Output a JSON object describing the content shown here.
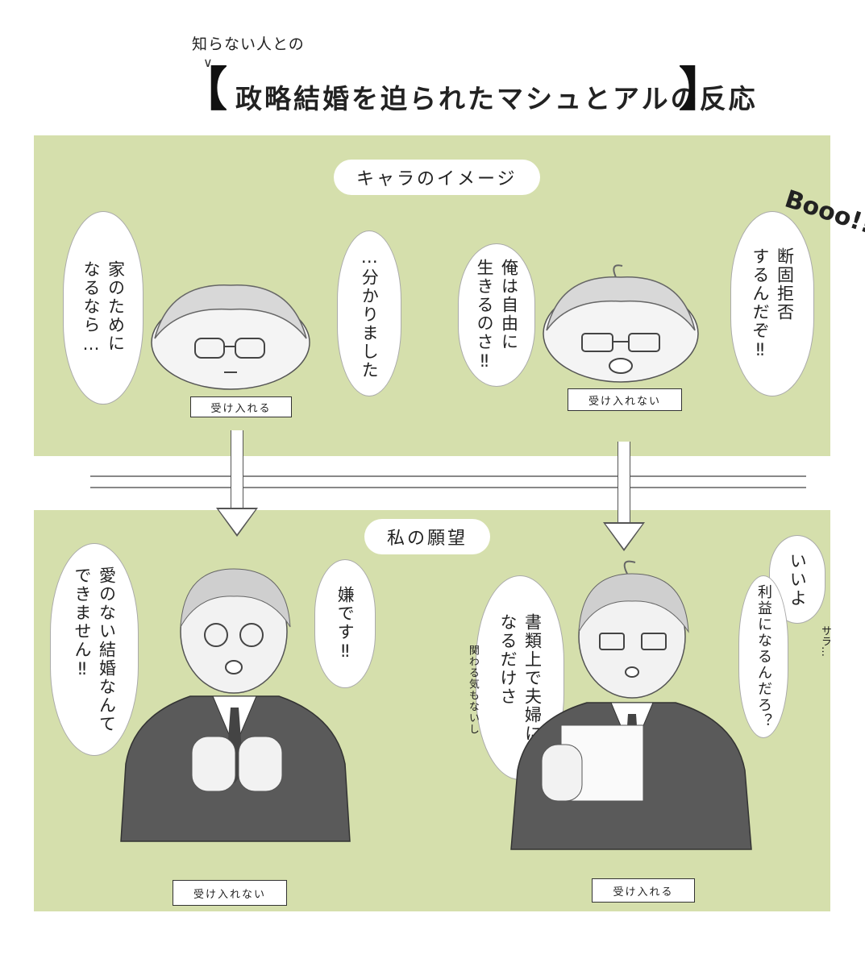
{
  "header": {
    "pre_title": "知らない人との",
    "title": "政略結婚を迫られたマシュとアルの反応",
    "bracket_open": "【",
    "bracket_close": "】"
  },
  "top_section": {
    "label": "キャラのイメージ",
    "left": {
      "bubble_outer": "家のために\nなるなら…",
      "bubble_inner": "…分かりました",
      "caption": "受け入れる"
    },
    "right": {
      "bubble_inner": "俺は自由に\n生きるのさ‼",
      "bubble_outer": "断固拒否\nするんだぞ‼",
      "sfx": "Booo!!",
      "caption": "受け入れない"
    }
  },
  "bottom_section": {
    "label": "私の願望",
    "left": {
      "bubble_outer": "愛のない結婚なんて\nできません‼",
      "bubble_inner": "嫌です‼",
      "caption": "受け入れない"
    },
    "right": {
      "bubble_short": "いいよ",
      "bubble_question": "利益になるんだろ？",
      "bubble_long": "書類上で夫婦に\nなるだけさ",
      "small_note": "関わる気もないし",
      "sfx": "サラ…",
      "caption": "受け入れる"
    }
  },
  "colors": {
    "panel": "#d5dfac",
    "ink": "#222222"
  }
}
